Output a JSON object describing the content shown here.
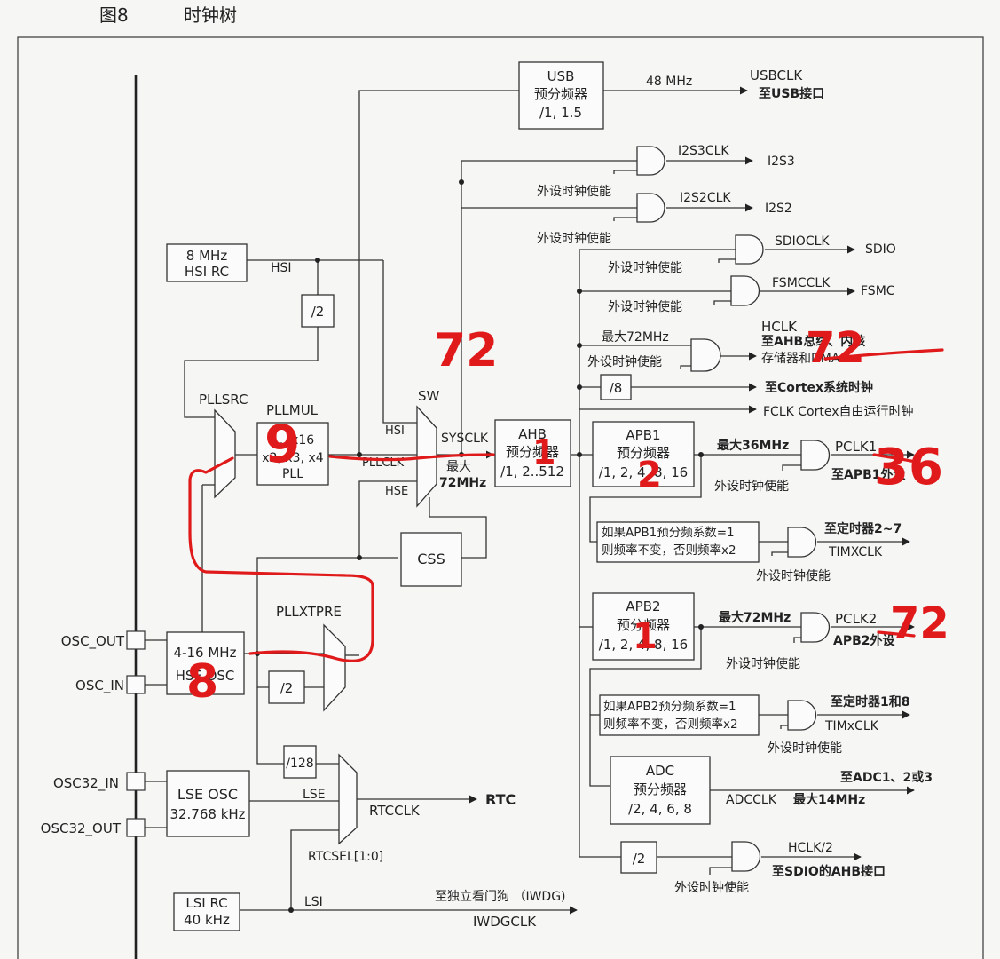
{
  "caption": {
    "fig": "图8",
    "title": "时钟树"
  },
  "labels": {
    "usb_box": [
      "USB",
      "预分频器",
      "/1, 1.5"
    ],
    "usb_freq": "48 MHz",
    "usbclk": "USBCLK",
    "usb_dest": "至USB接口",
    "i2s3clk": "I2S3CLK",
    "i2s3": "I2S3",
    "i2s2clk": "I2S2CLK",
    "i2s2": "I2S2",
    "sdioclk": "SDIOCLK",
    "sdio": "SDIO",
    "fsmcclk": "FSMCCLK",
    "fsmc": "FSMC",
    "enable": "外设时钟使能",
    "max72": "最大72MHz",
    "hclk": "HCLK",
    "hclk_dest1": "至AHB总线、内核",
    "hclk_dest2": "存储器和DMA",
    "div8": "/8",
    "cortex": "至Cortex系统时钟",
    "fclk": "FCLK Cortex自由运行时钟",
    "hsi_box": [
      "8 MHz",
      "HSI RC"
    ],
    "hsi": "HSI",
    "div2": "/2",
    "pllsrc": "PLLSRC",
    "pllmul": "PLLMUL",
    "pll_box": [
      "..., x16",
      "x2, x3, x4",
      "PLL"
    ],
    "sw": "SW",
    "sysclk": "SYSCLK",
    "pllclk": "PLLCLK",
    "hse": "HSE",
    "sys_max": [
      "最大",
      "72MHz"
    ],
    "ahb_box": [
      "AHB",
      "预分频器",
      "/1, 2..512"
    ],
    "apb1_box": [
      "APB1",
      "预分频器",
      "/1, 2, 4, 8, 16"
    ],
    "max36": "最大36MHz",
    "pclk1": "PCLK1",
    "apb1_dest": "至APB1外设",
    "apb1_tim_note": [
      "如果APB1预分频系数=1",
      "则频率不变，否则频率x2"
    ],
    "tim27_dest": "至定时器2~7",
    "timxclk_upper": "TIMXCLK",
    "css": "CSS",
    "pllxtpre": "PLLXTPRE",
    "apb2_box": [
      "APB2",
      "预分频器",
      "/1, 2, 4, 8, 16"
    ],
    "pclk2": "PCLK2",
    "apb2_dest": "APB2外设",
    "osc_out": "OSC_OUT",
    "osc_in": "OSC_IN",
    "hse_box": [
      "4-16 MHz",
      "HSE OSC"
    ],
    "apb2_tim_note": [
      "如果APB2预分频系数=1",
      "则频率不变，否则频率x2"
    ],
    "tim18_dest": "至定时器1和8",
    "timxclk": "TIMxCLK",
    "div128": "/128",
    "adc_box": [
      "ADC",
      "预分频器",
      "/2, 4, 6, 8"
    ],
    "adc_dest": "至ADC1、2或3",
    "adcclk": "ADCCLK",
    "adc_max": "最大14MHz",
    "osc32_in": "OSC32_IN",
    "osc32_out": "OSC32_OUT",
    "lse_box": [
      "LSE OSC",
      "32.768 kHz"
    ],
    "lse": "LSE",
    "rtcclk": "RTCCLK",
    "rtc": "RTC",
    "rtcsel": "RTCSEL[1:0]",
    "hclk2": "HCLK/2",
    "sdio_ahb": "至SDIO的AHB接口",
    "lsi_box": [
      "LSI RC",
      "40 kHz"
    ],
    "lsi": "LSI",
    "iwdg_dest": "至独立看门狗 （IWDG)",
    "iwdgclk": "IWDGCLK"
  },
  "annotations": {
    "sysclk_72": "72",
    "hclk_72": "72",
    "ahb_1": "1",
    "apb1_2": "2",
    "pclk1_36": "36",
    "pll_9": "9",
    "hse_8": "8",
    "apb2_1": "1",
    "pclk2_72": "72"
  },
  "colors": {
    "ink": "#e01a1a",
    "line": "#333333",
    "background": "#f6f6f4"
  }
}
